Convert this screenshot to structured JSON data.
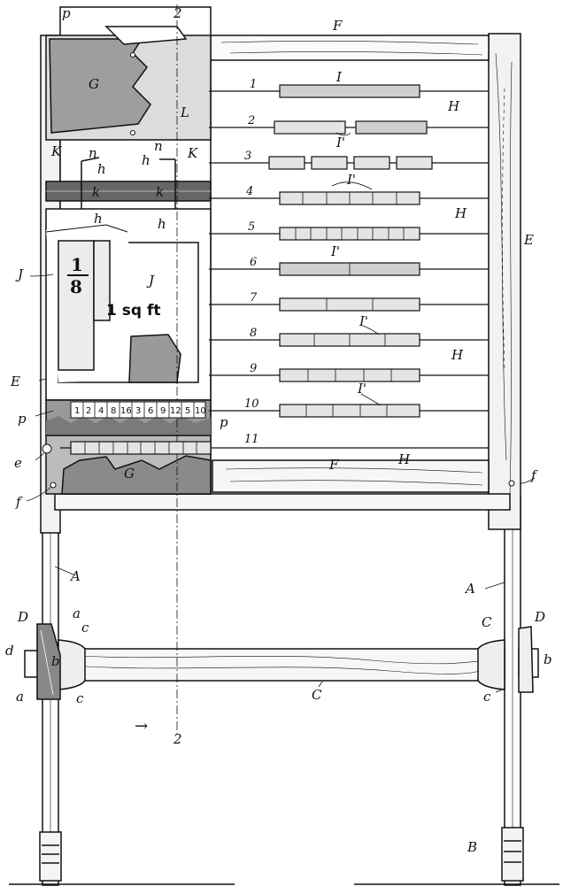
{
  "labels": {
    "top_p": "p",
    "top_2": "2",
    "F_top": "F",
    "I": "I",
    "H1": "H",
    "I_prime_2": "I'",
    "G_top": "G",
    "L": "L",
    "K_left": "K",
    "K_right": "K",
    "n_left": "n",
    "n_right": "n",
    "h1": "h",
    "h2": "h",
    "k_left": "k",
    "k_right": "k",
    "h_low_left": "h",
    "h_low_right": "h",
    "I_prime_3": "I'",
    "H2": "H",
    "E_right": "E",
    "J_left": "J",
    "J_right": "J",
    "I_prime_5": "I'",
    "I_prime_8": "I'",
    "H3": "H",
    "I_prime_10": "I'",
    "E_left": "E",
    "p_left": "p",
    "p_right": "p",
    "e_left": "e",
    "H4": "H",
    "F_bottom": "F",
    "G_bottom": "G",
    "f_left": "f",
    "f_right": "f",
    "A_left": "A",
    "A_right": "A",
    "D_left": "D",
    "a_top": "a",
    "c_left_top": "c",
    "d": "d",
    "b_left": "b",
    "a_bottom": "a",
    "c_left_bottom": "c",
    "C_right_top": "C",
    "D_right": "D",
    "b_right": "b",
    "C_center": "C",
    "c_right_bottom": "c",
    "arrow": "→",
    "bottom_2": "2",
    "B": "B"
  },
  "rod_numbers": [
    "1",
    "2",
    "3",
    "4",
    "5",
    "6",
    "7",
    "8",
    "9",
    "10",
    "11"
  ],
  "slate_card": {
    "fraction_numerator": "1",
    "fraction_denominator": "8",
    "area_text": "1 sq ft"
  },
  "number_strip": [
    "1",
    "2",
    "4",
    "8",
    "16",
    "3",
    "6",
    "9",
    "12",
    "5",
    "10"
  ]
}
